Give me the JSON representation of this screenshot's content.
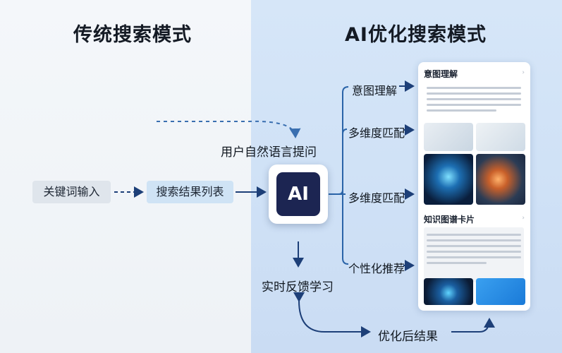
{
  "titles": {
    "traditional": "传统搜索模式",
    "ai": "AI优化搜索模式"
  },
  "traditional_flow": {
    "keyword_input": "关键词输入",
    "result_list": "搜索结果列表"
  },
  "ai_flow": {
    "natural_language_query": "用户自然语言提问",
    "ai_label": "AI",
    "branches": [
      "意图理解",
      "多维度匹配",
      "多维度匹配",
      "个性化推荐"
    ],
    "feedback": "实时反馈学习",
    "optimized_result": "优化后结果"
  },
  "result_panel": {
    "section1_title": "意图理解",
    "section2_title": "知识图谱卡片"
  },
  "colors": {
    "arrow": "#1d3f78",
    "branch_line": "#2a64a8",
    "dashed": "#3a6fb0",
    "ai_box": "#1c2552"
  }
}
